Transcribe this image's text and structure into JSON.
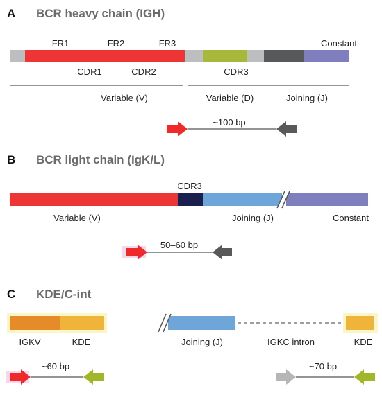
{
  "panels": {
    "a": {
      "letter": "A",
      "title": "BCR heavy chain (IGH)",
      "labels": {
        "fr1": "FR1",
        "fr2": "FR2",
        "fr3": "FR3",
        "constant": "Constant",
        "cdr1": "CDR1",
        "cdr2": "CDR2",
        "cdr3": "CDR3",
        "variable_v": "Variable (V)",
        "variable_d": "Variable (D)",
        "joining_j": "Joining (J)"
      },
      "amplicon": "~100 bp"
    },
    "b": {
      "letter": "B",
      "title": "BCR light chain (IgK/L)",
      "labels": {
        "cdr3": "CDR3",
        "variable_v": "Variable (V)",
        "joining_j": "Joining (J)",
        "constant": "Constant"
      },
      "amplicon": "50–60 bp"
    },
    "c": {
      "letter": "C",
      "title": "KDE/C-int",
      "labels": {
        "igkv": "IGKV",
        "kde_left": "KDE",
        "joining_j": "Joining (J)",
        "igkc_intron": "IGKC intron",
        "kde_right": "KDE"
      },
      "amplicon_left": "~60 bp",
      "amplicon_right": "~70 bp"
    }
  },
  "colors": {
    "red": "#ee3536",
    "grey_light": "#bdbec0",
    "grey_dark": "#58595b",
    "olive": "#a8b83a",
    "purple": "#7f7fbf",
    "navy": "#1b1f4e",
    "blue": "#6ea6da",
    "orange": "#e58b2a",
    "yellow": "#f1b43a",
    "arrow_red": "#ee2a2a",
    "arrow_grey": "#58595b",
    "arrow_green": "#a2b727",
    "arrow_lightgrey": "#b5b6b8",
    "line": "#555555"
  }
}
